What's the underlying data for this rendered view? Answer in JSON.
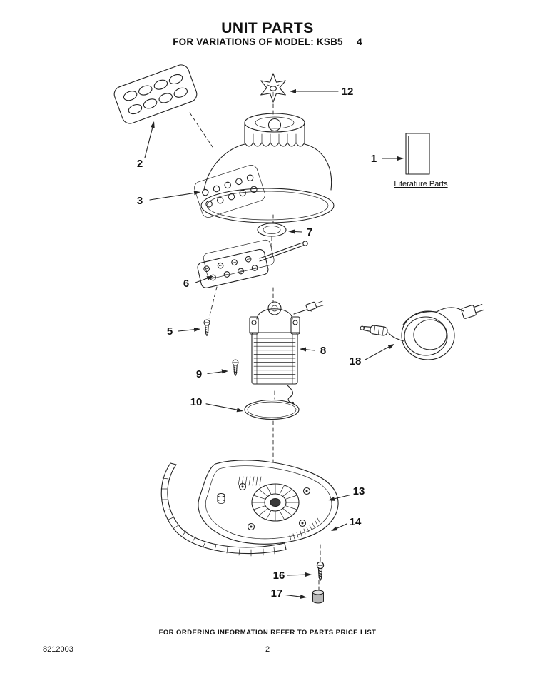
{
  "page": {
    "title": "UNIT PARTS",
    "subtitle": "FOR VARIATIONS OF MODEL: KSB5_ _4",
    "footer_note": "FOR ORDERING INFORMATION REFER TO PARTS PRICE LIST",
    "doc_number": "8212003",
    "page_number": "2"
  },
  "diagram": {
    "literature_label": "Literature Parts",
    "callouts": {
      "p1": "1",
      "p2": "2",
      "p3": "3",
      "p5": "5",
      "p6": "6",
      "p7": "7",
      "p8": "8",
      "p9": "9",
      "p10": "10",
      "p12": "12",
      "p13": "13",
      "p14": "14",
      "p16": "16",
      "p17": "17",
      "p18": "18"
    }
  }
}
